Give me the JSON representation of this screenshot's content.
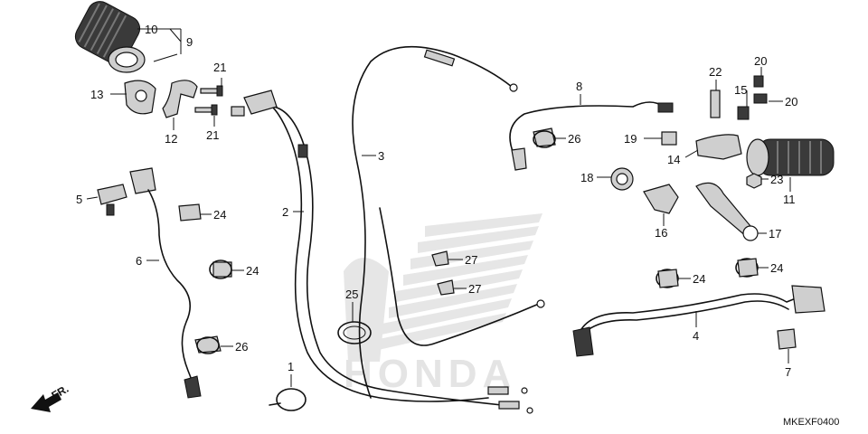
{
  "diagram": {
    "watermark": "HONDA",
    "direction_label": "FR.",
    "drawing_code": "MKEXF0400",
    "callouts": {
      "c1": "1",
      "c2": "2",
      "c3": "3",
      "c4": "4",
      "c5": "5",
      "c6": "6",
      "c7": "7",
      "c8": "8",
      "c9": "9",
      "c10": "10",
      "c11": "11",
      "c12": "12",
      "c13": "13",
      "c14": "14",
      "c15": "15",
      "c16": "16",
      "c17": "17",
      "c18": "18",
      "c19": "19",
      "c20a": "20",
      "c20b": "20",
      "c21a": "21",
      "c21b": "21",
      "c22": "22",
      "c23": "23",
      "c24a": "24",
      "c24b": "24",
      "c24c": "24",
      "c24d": "24",
      "c25": "25",
      "c26a": "26",
      "c26b": "26",
      "c27a": "27",
      "c27b": "27"
    }
  }
}
